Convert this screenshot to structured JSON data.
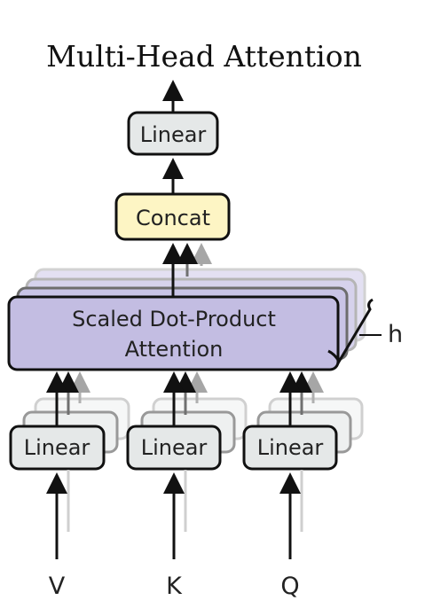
{
  "diagram": {
    "title": "Multi-Head Attention",
    "output_linear_label": "Linear",
    "concat_label": "Concat",
    "attention_label_line1": "Scaled Dot-Product",
    "attention_label_line2": "Attention",
    "heads_label": "h",
    "input_linear_labels": [
      "Linear",
      "Linear",
      "Linear"
    ],
    "inputs": [
      "V",
      "K",
      "Q"
    ]
  },
  "colors": {
    "linear_fill": "#e5e8e8",
    "concat_fill": "#fdf5c4",
    "attention_fill": "#c3bde2",
    "stroke": "#111111"
  }
}
